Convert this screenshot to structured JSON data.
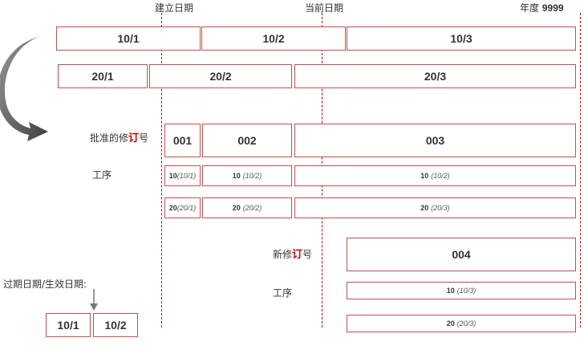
{
  "headers": {
    "create_date": "建立日期",
    "current_date": "当前日期",
    "year_prefix": "年度",
    "year_value": "9999"
  },
  "row1": [
    "10/1",
    "10/2",
    "10/3"
  ],
  "row2": [
    "20/1",
    "20/2",
    "20/3"
  ],
  "labels": {
    "approved_prefix": "批准的修",
    "approved_hl": "订",
    "approved_suffix": "号",
    "operation": "工序",
    "new_prefix": "新修",
    "new_hl": "订",
    "new_suffix": "号",
    "operation2": "工序",
    "expiry_label": "过期日期/生效日期:"
  },
  "revisions": [
    "001",
    "002",
    "003"
  ],
  "ops_row1": [
    {
      "code": "10",
      "ref": "(10/1)"
    },
    {
      "code": "10",
      "ref": "(10/2)"
    },
    {
      "code": "10",
      "ref": "(10/2)"
    }
  ],
  "ops_row2": [
    {
      "code": "20",
      "ref": "(20/1)"
    },
    {
      "code": "20",
      "ref": "(20/2)"
    },
    {
      "code": "20",
      "ref": "(20/3)"
    }
  ],
  "new_revision": "004",
  "new_ops": [
    {
      "code": "10",
      "ref": "(10/3)"
    },
    {
      "code": "20",
      "ref": "(20/3)"
    }
  ],
  "expiry_boxes": [
    "10/1",
    "10/2"
  ],
  "colors": {
    "box_border": "#c0504d",
    "dashed_line": "#c00000",
    "text": "#333333",
    "arrow": "#555555"
  }
}
